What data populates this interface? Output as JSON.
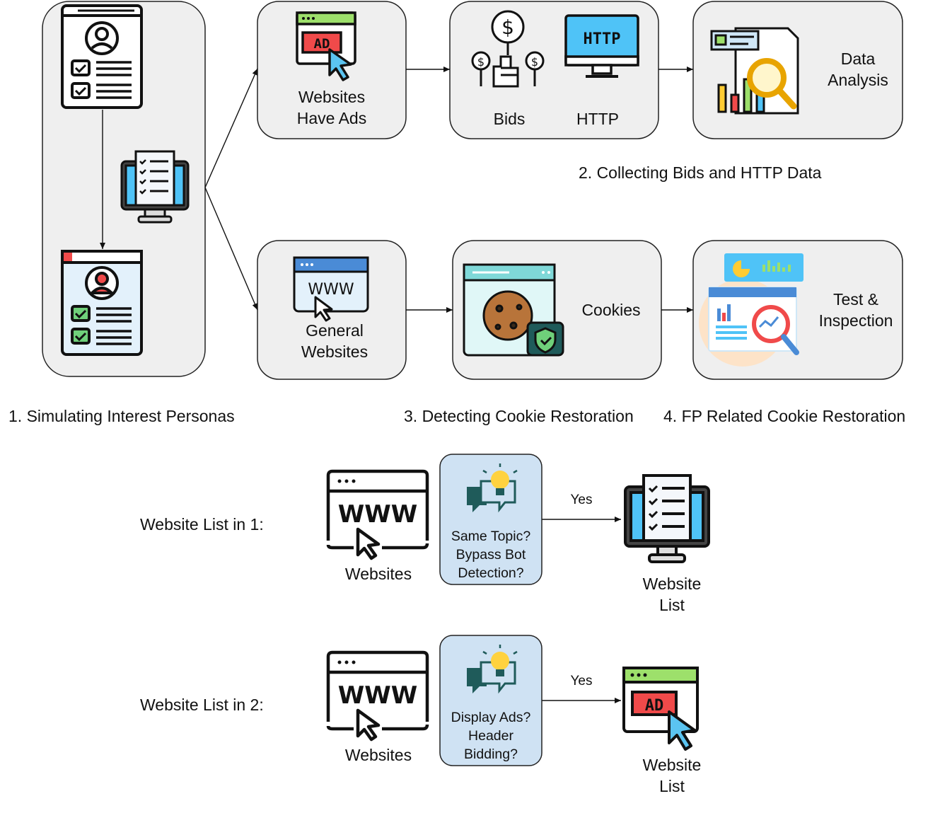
{
  "stages": {
    "stage1_label": "1. Simulating Interest Personas",
    "stage2_label": "2. Collecting Bids and HTTP Data",
    "stage3_label": "3. Detecting Cookie Restoration",
    "stage4_label": "4. FP Related Cookie Restoration"
  },
  "nodes": {
    "websites_have_ads": [
      "Websites",
      "Have Ads"
    ],
    "bids": "Bids",
    "http": "HTTP",
    "data_analysis": [
      "Data",
      "Analysis"
    ],
    "general_websites": [
      "General",
      "Websites"
    ],
    "cookies": "Cookies",
    "test_inspection": [
      "Test &",
      "Inspection"
    ]
  },
  "icons": {
    "ad_badge": "AD",
    "http_screen": "HTTP",
    "www": "WWW",
    "www_small": "WWW"
  },
  "lists": [
    {
      "title": "Website List in 1:",
      "source_label": "Websites",
      "criteria": [
        "Same Topic?",
        "Bypass Bot",
        "Detection?"
      ],
      "edge_label": "Yes",
      "result_label": [
        "Website",
        "List"
      ]
    },
    {
      "title": "Website List in 2:",
      "source_label": "Websites",
      "criteria": [
        "Display Ads?",
        "Header",
        "Bidding?"
      ],
      "edge_label": "Yes",
      "result_label": [
        "Website",
        "List"
      ]
    }
  ],
  "colors": {
    "box_fill": "#efefef",
    "criteria_fill": "#cfe2f3",
    "stroke": "#222222",
    "ad_red": "#f04a4a",
    "cursor_blue": "#5bc4f1",
    "green_bar": "#9de06b",
    "screen_blue": "#4fc3f7",
    "lightbulb": "#ffd23f",
    "teal_dark": "#1f5b5a"
  }
}
